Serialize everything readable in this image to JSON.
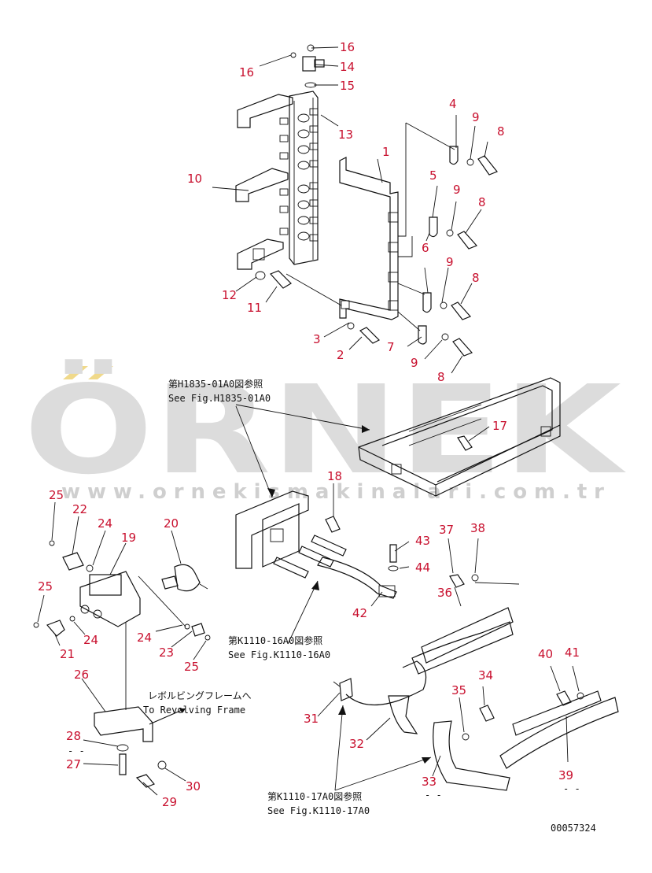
{
  "watermark": {
    "brand": "ÖRNEK",
    "url": "www.ornekismakinalari.com.tr",
    "color": "#d9d9d9",
    "accent": "#f0d98a"
  },
  "references": {
    "h1835_jp": "第H1835-01A0図参照",
    "h1835_en": "See Fig.H1835-01A0",
    "k1110_16_jp": "第K1110-16A0図参照",
    "k1110_16_en": "See Fig.K1110-16A0",
    "k1110_17_jp": "第K1110-17A0図参照",
    "k1110_17_en": "See Fig.K1110-17A0",
    "revolving_jp": "レボルビングフレームへ",
    "revolving_en": "To Revolving Frame"
  },
  "drawing_number": "00057324",
  "dash_marks": "- -",
  "part_numbers": [
    "1",
    "2",
    "3",
    "4",
    "5",
    "6",
    "7",
    "8",
    "9",
    "10",
    "11",
    "12",
    "13",
    "14",
    "15",
    "16",
    "17",
    "18",
    "19",
    "20",
    "21",
    "22",
    "23",
    "24",
    "25",
    "26",
    "27",
    "28",
    "29",
    "30",
    "31",
    "32",
    "33",
    "34",
    "35",
    "36",
    "37",
    "38",
    "39",
    "40",
    "41",
    "42",
    "43",
    "44"
  ],
  "number_color": "#c8102e"
}
